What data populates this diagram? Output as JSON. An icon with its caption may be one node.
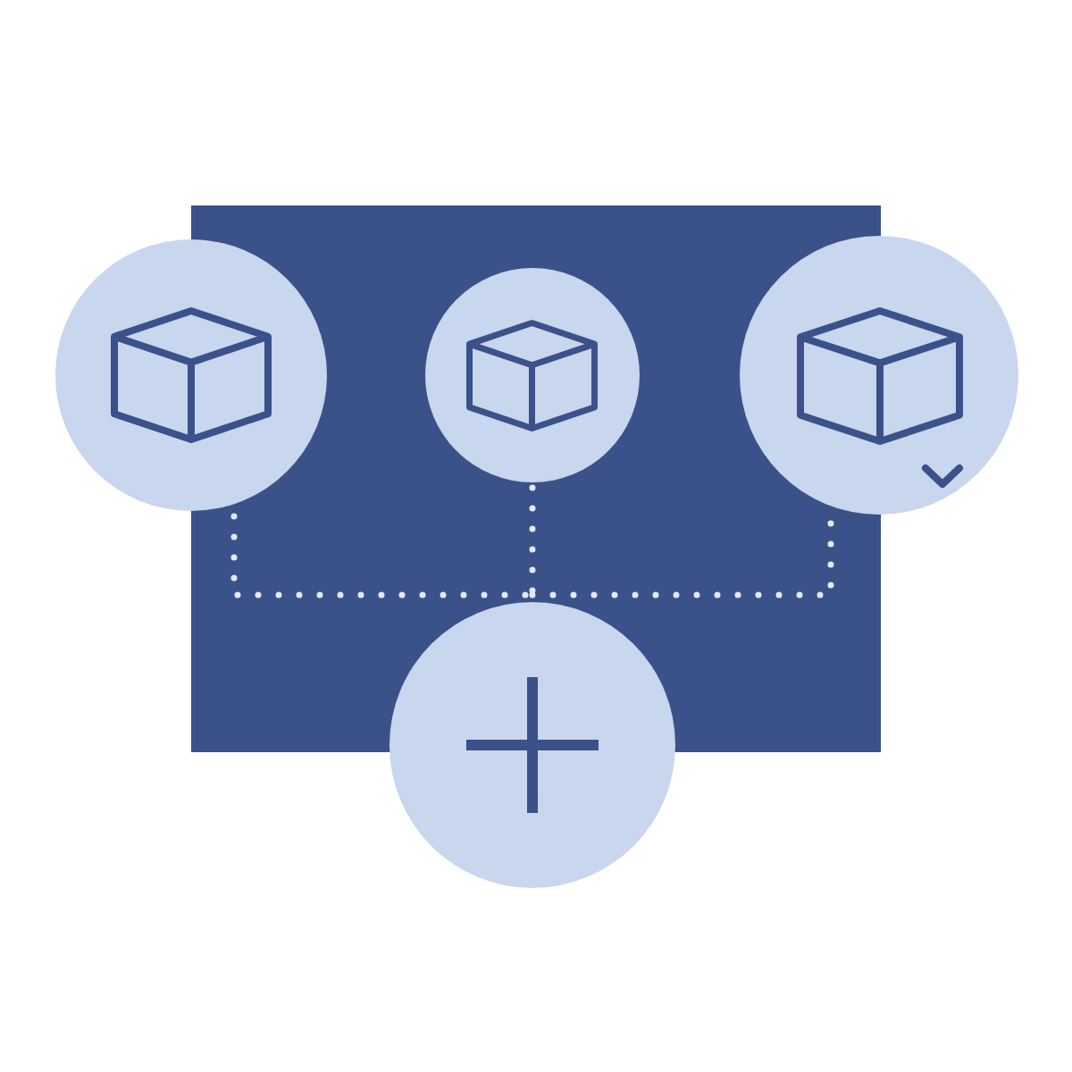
{
  "diagram": {
    "nodes": [
      {
        "text": [],
        "shape": "circle"
      },
      {
        "text": [],
        "shape": "circle"
      },
      {
        "text": [],
        "shape": "circle"
      },
      {
        "text": [],
        "shape": "circle"
      }
    ],
    "edges": [
      {
        "from": 0,
        "to": 1,
        "arrow": "none",
        "style": "dashed"
      },
      {
        "from": 1,
        "to": 2,
        "arrow": "none",
        "style": "dashed"
      }
    ]
  }
}
